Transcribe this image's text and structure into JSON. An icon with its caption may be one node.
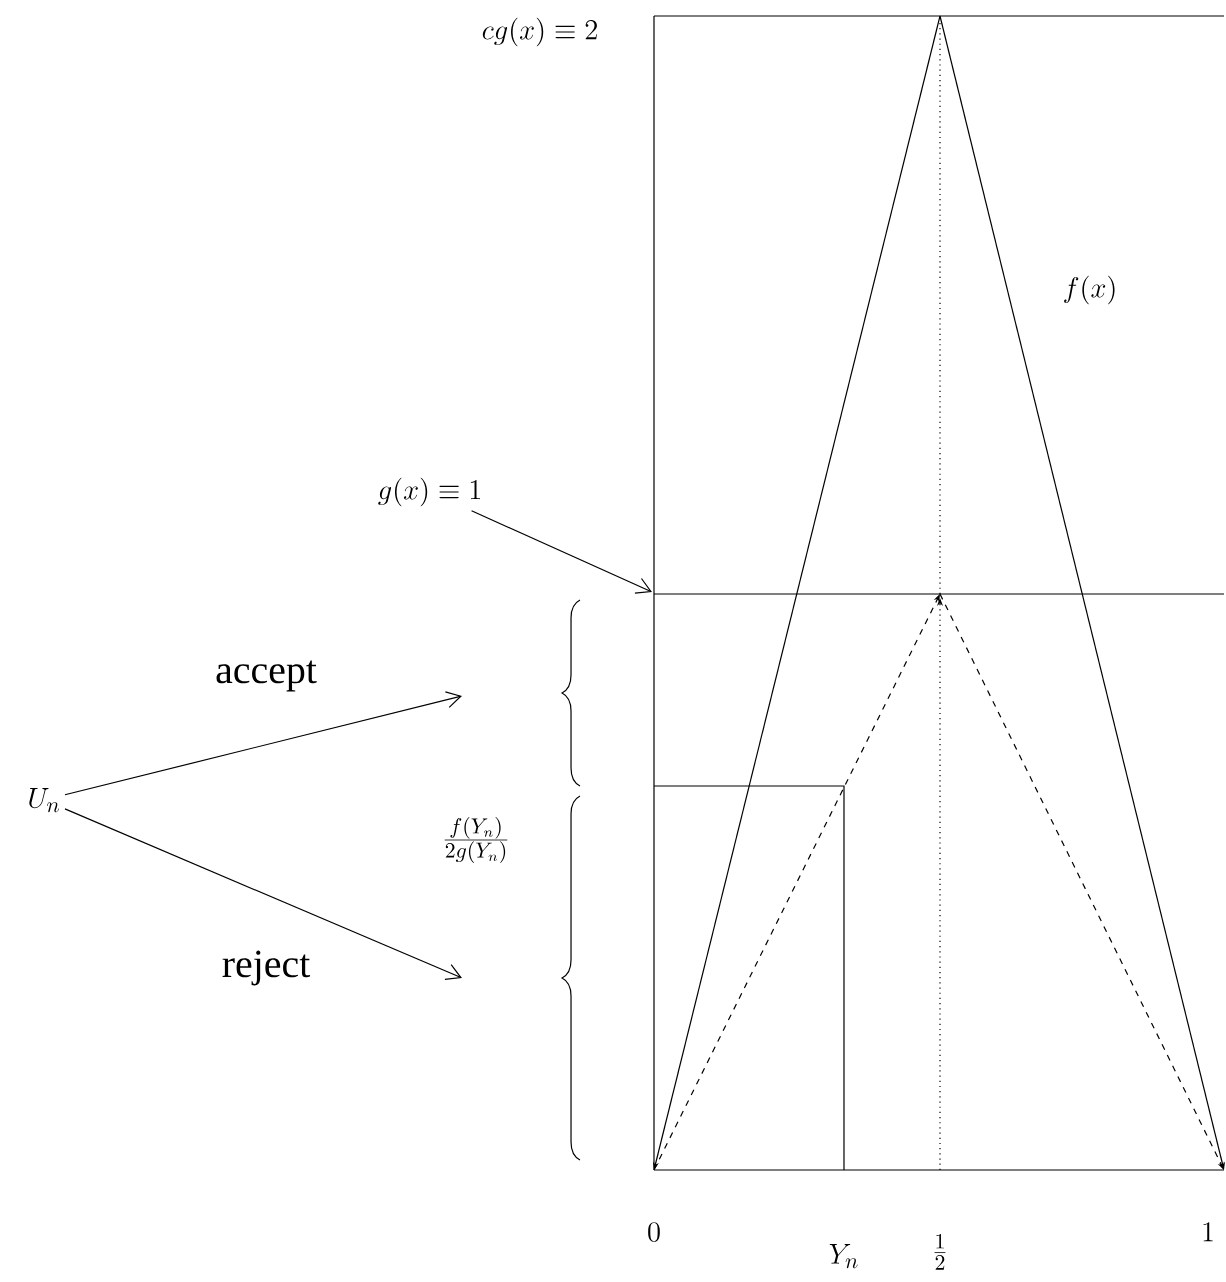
{
  "diagram": {
    "nodes": [
      {
        "text": [
          "U_n"
        ]
      },
      {
        "text": [
          "g(x) \\equiv 1"
        ]
      }
    ],
    "edges": [
      {
        "from": 0,
        "to": null,
        "arrow": "to",
        "label": "accept"
      },
      {
        "from": 0,
        "to": null,
        "arrow": "to",
        "label": "reject"
      },
      {
        "from": 1,
        "to": null,
        "arrow": "to"
      }
    ],
    "labels": [
      "cg(x) \\equiv 2",
      "f(x)",
      "\\frac{f(Y_n)}{2g(Y_n)}",
      "0",
      "Y_n",
      "\\frac{1}{2}",
      "1"
    ]
  }
}
